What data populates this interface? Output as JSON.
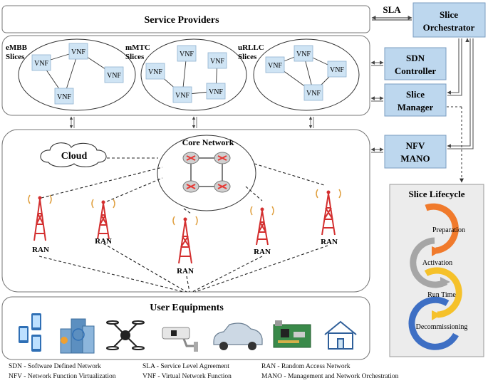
{
  "service_providers": "Service Providers",
  "sla": "SLA",
  "orchestrator": {
    "line1": "Slice",
    "line2": "Orchestrator"
  },
  "sdn": {
    "line1": "SDN",
    "line2": "Controller"
  },
  "manager": {
    "line1": "Slice",
    "line2": "Manager"
  },
  "nfv": {
    "line1": "NFV",
    "line2": "MANO"
  },
  "slices": [
    {
      "line1": "eMBB",
      "line2": "Slices"
    },
    {
      "line1": "mMTC",
      "line2": "Slices"
    },
    {
      "line1": "uRLLC",
      "line2": "Slices"
    }
  ],
  "vnf": "VNF",
  "cloud": "Cloud",
  "core_network": "Core Network",
  "ran": "RAN",
  "user_equipments": "User Equipments",
  "lifecycle": {
    "title": "Slice Lifecycle",
    "stages": [
      "Preparation",
      "Activation",
      "Run Time",
      "Decommissioning"
    ],
    "colors": [
      "#f07a2c",
      "#a6a6a6",
      "#f5c12a",
      "#3e6fc4"
    ]
  },
  "colors": {
    "box": "#bdd7ee",
    "vnf": "#cfe4f4",
    "tower": "#d32f2f",
    "router": "#e53935"
  },
  "legend": [
    "SDN - Software Defined Network",
    "NFV - Network Function Virtualization",
    "SLA - Service Level  Agreement",
    "VNF - Virtual Network Function",
    "RAN - Random Access Network",
    "MANO - Management and Network Orchestration"
  ]
}
